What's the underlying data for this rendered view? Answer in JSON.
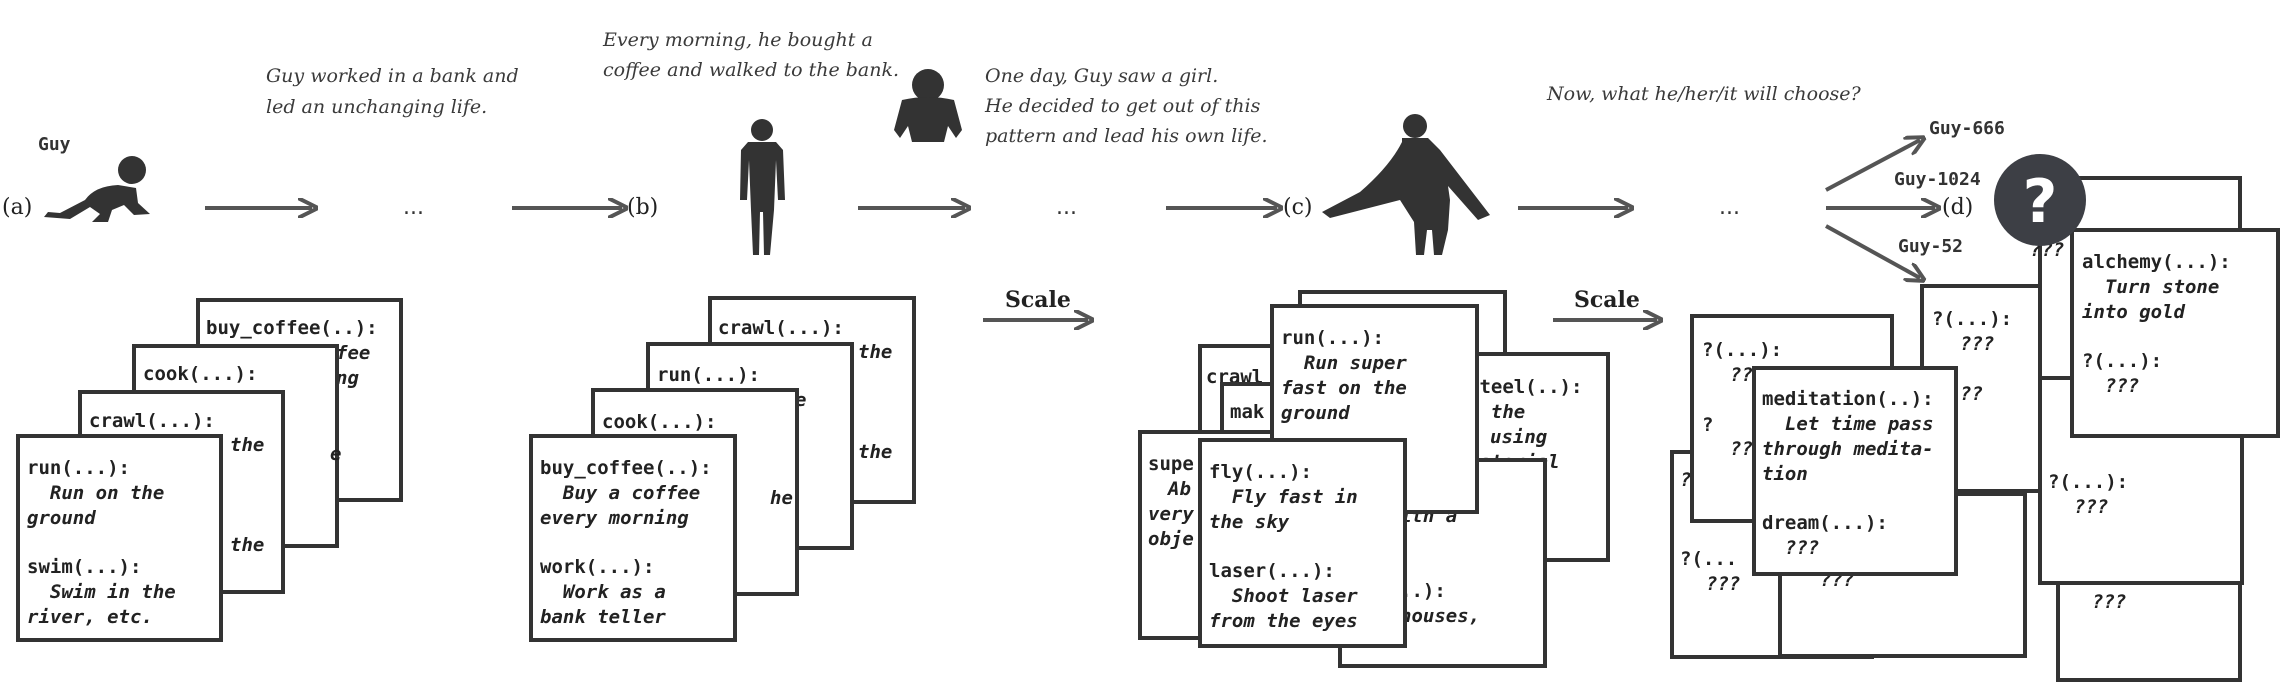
{
  "labels": {
    "guy": "Guy",
    "a": "(a)",
    "b": "(b)",
    "c": "(c)",
    "d": "(d)",
    "dots": "...",
    "scale": "Scale",
    "guy_666": "Guy-666",
    "guy_1024": "Guy-1024",
    "guy_52": "Guy-52",
    "question": "?"
  },
  "story": {
    "s1": [
      "Guy worked in a bank and",
      "led an unchanging life."
    ],
    "s2": [
      "Every morning, he bought a",
      "coffee and walked to the bank."
    ],
    "s3": [
      "One day, Guy saw a girl.",
      "He decided to get out of this",
      "pattern and lead his own life."
    ],
    "s4": [
      "Now, what he/her/it will choose?"
    ]
  },
  "stage_a": {
    "back1_fn": "buy_coffee(..):",
    "back1_d1": "fee",
    "back1_d2": "ng",
    "back2_fn": "cook(...):",
    "back2_d1": "e",
    "back3_fn": "crawl(...):",
    "back3_d1": "the",
    "back3_d2": "the",
    "front": [
      "run(...):",
      "  Run on the",
      "ground",
      "",
      "swim(...):",
      "  Swim in the",
      "river, etc."
    ]
  },
  "stage_b": {
    "back1_fn": "crawl(...):",
    "back1_d1": "the",
    "back1_d2": "the",
    "back2_fn": "run(...):",
    "back2_d1": "e",
    "back3_fn": "cook(...):",
    "back3_d1": "he",
    "front": [
      "buy_coffee(..):",
      "  Buy a coffee",
      "every morning",
      "",
      "work(...):",
      "  Work as a",
      "bank teller"
    ]
  },
  "stage_c": {
    "steel": [
      "steel(..):",
      "e the",
      "using",
      "material"
    ],
    "back_left": [
      "crawl",
      "mak",
      "supe",
      "Ab",
      "very",
      "obje"
    ],
    "back_bottom": [
      "h",
      "ith a",
      "..):",
      "houses,"
    ],
    "run": [
      "run(...):",
      "  Run super",
      "fast on the",
      "ground"
    ],
    "fly": [
      "fly(...):",
      "  Fly fast in",
      "the sky",
      "",
      "laser(...):",
      "  Shoot laser",
      "from the eyes"
    ]
  },
  "stage_d": {
    "unknown_fn": "?(...):",
    "unknown_desc": "???",
    "fragments": [
      "?",
      "??",
      "?(...",
      "???"
    ],
    "meditation": [
      "meditation(..):",
      "  Let time pass",
      "through medita-",
      "tion",
      "",
      "dream(...):",
      "  ???"
    ],
    "alchemy": [
      "alchemy(...):",
      "  Turn stone",
      "into gold",
      "",
      "?(...):",
      "  ???"
    ]
  }
}
